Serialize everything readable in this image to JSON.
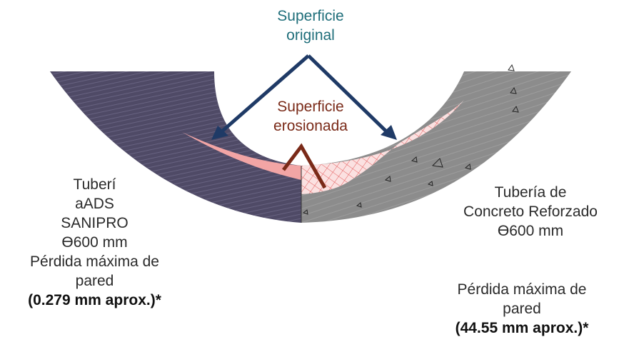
{
  "labels": {
    "original_surface": [
      "Superficie",
      "original"
    ],
    "eroded_surface": [
      "Superficie",
      "erosionada"
    ],
    "left_pipe": [
      "Tuberí",
      "aADS",
      "SANIPRO",
      "ϴ600 mm",
      "Pérdida máxima de",
      "pared"
    ],
    "left_loss": "(0.279 mm aprox.)*",
    "right_pipe": [
      "Tubería de",
      "Concreto Reforzado",
      "ϴ600 mm"
    ],
    "right_loss_text": [
      "Pérdida máxima de",
      "pared"
    ],
    "right_loss": "(44.55 mm aprox.)*"
  },
  "colors": {
    "ads_pipe": "#4f4a66",
    "concrete_pipe": "#8c8c8c",
    "erosion": "#f2a5a5",
    "hatch": "#e35b5b",
    "arrow_blue": "#1f3a66",
    "arrow_brown": "#7a2a18",
    "teal_text": "#1f6e7a"
  }
}
